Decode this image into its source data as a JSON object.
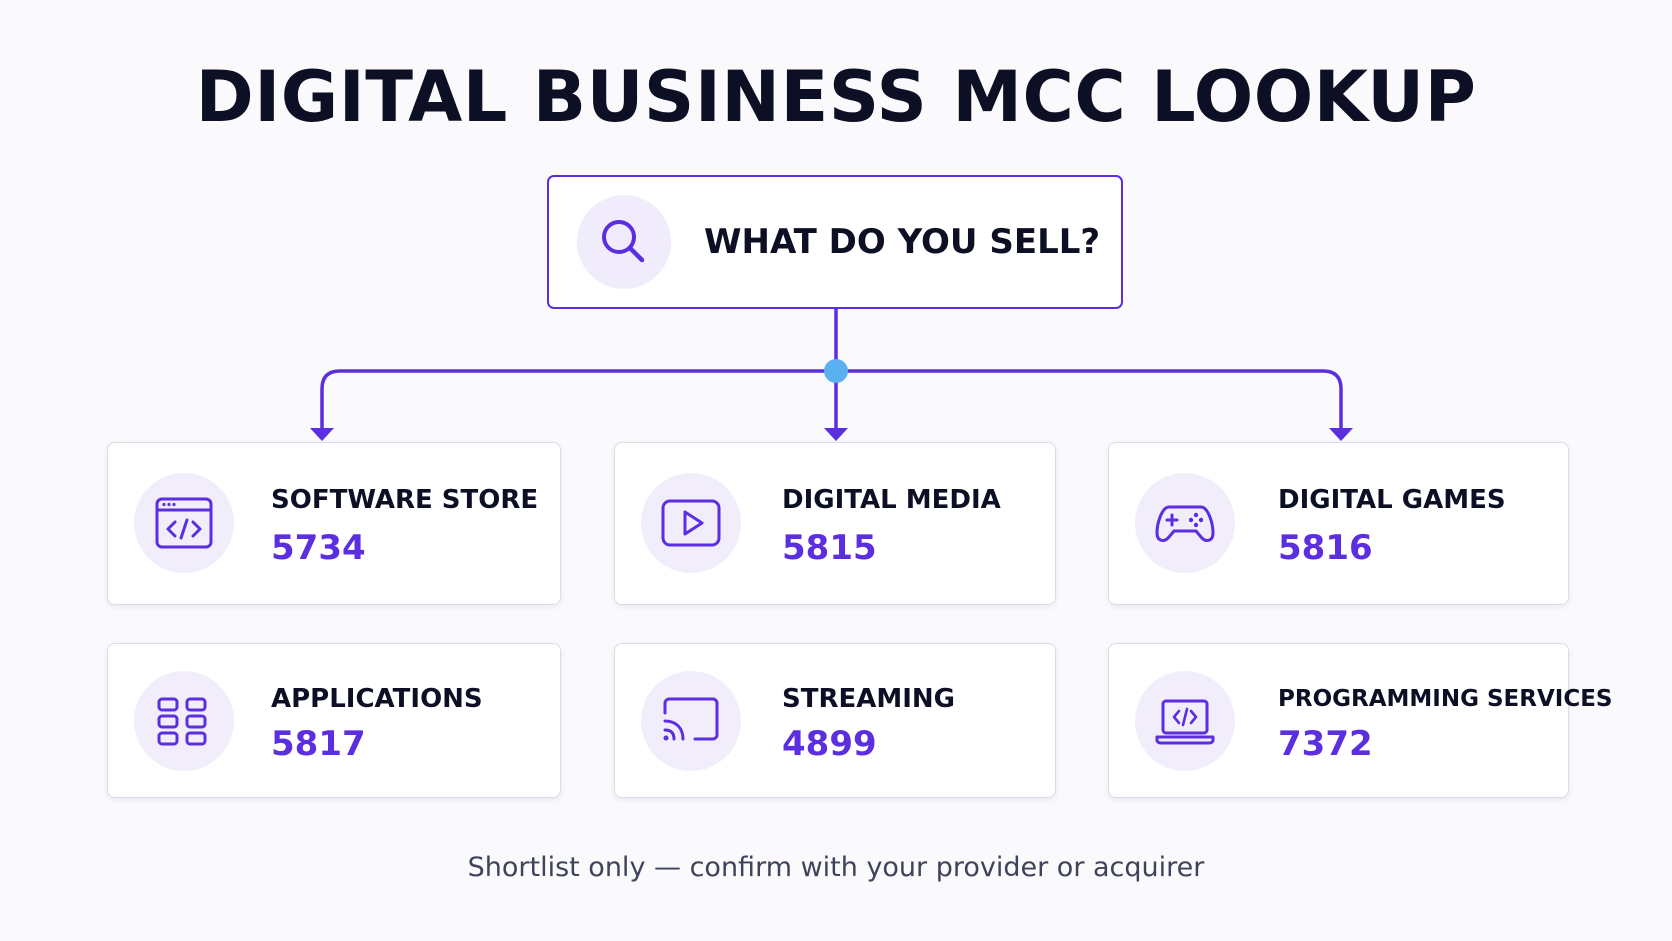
{
  "title": "DIGITAL BUSINESS MCC LOOKUP",
  "search": {
    "label": "WHAT DO YOU SELL?",
    "icon": "search-icon"
  },
  "colors": {
    "accent": "#5b2ee0",
    "junction": "#5ab0f0",
    "icon_bg": "#f1edfb",
    "text_dark": "#0d1024"
  },
  "categories": [
    {
      "label": "SOFTWARE STORE",
      "code": "5734",
      "icon": "code-window-icon"
    },
    {
      "label": "DIGITAL MEDIA",
      "code": "5815",
      "icon": "play-icon"
    },
    {
      "label": "DIGITAL GAMES",
      "code": "5816",
      "icon": "gamepad-icon"
    },
    {
      "label": "APPLICATIONS",
      "code": "5817",
      "icon": "app-grid-icon"
    },
    {
      "label": "STREAMING",
      "code": "4899",
      "icon": "cast-icon"
    },
    {
      "label": "PROGRAMMING SERVICES",
      "code": "7372",
      "icon": "laptop-code-icon"
    }
  ],
  "footnote": "Shortlist only — confirm with your provider or acquirer"
}
